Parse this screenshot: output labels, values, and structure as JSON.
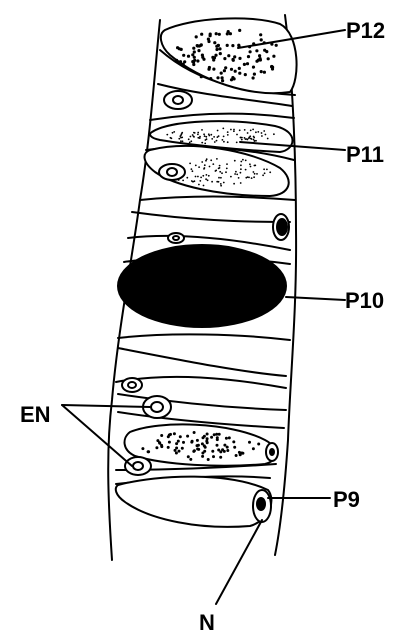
{
  "diagram": {
    "labels": {
      "p12": "P12",
      "p11": "P11",
      "p10": "P10",
      "p9": "P9",
      "en": "EN",
      "n": "N"
    }
  }
}
